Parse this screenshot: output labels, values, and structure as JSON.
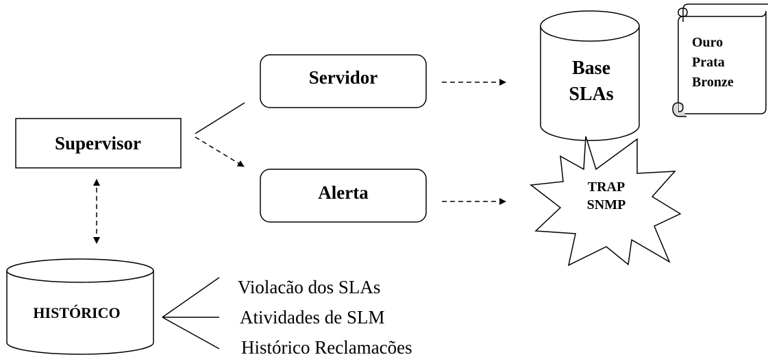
{
  "nodes": {
    "supervisor": {
      "label": "Supervisor"
    },
    "servidor": {
      "label": "Servidor"
    },
    "alerta": {
      "label": "Alerta"
    },
    "base_slas": {
      "line1": "Base",
      "line2": "SLAs"
    },
    "slas_levels": {
      "items": [
        "Ouro",
        "Prata",
        "Bronze"
      ]
    },
    "trap": {
      "line1": "TRAP",
      "line2": "SNMP"
    },
    "historico": {
      "label": "HISTÓRICO"
    }
  },
  "historico_items": [
    "Violacão dos SLAs",
    "Atividades de SLM",
    "Histórico Reclamacões"
  ],
  "colors": {
    "stroke": "#000000",
    "fill": "#ffffff",
    "text": "#000000"
  }
}
